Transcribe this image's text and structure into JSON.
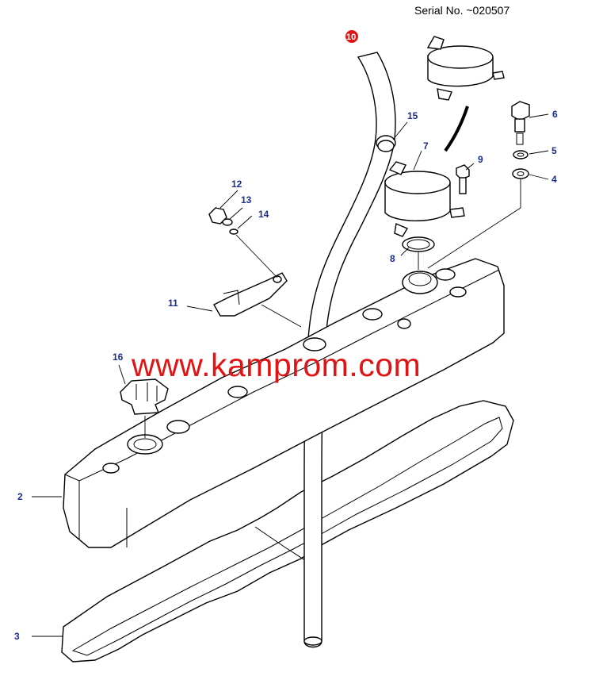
{
  "header": {
    "serial": "Serial No. ~020507"
  },
  "watermark": {
    "text": "www.kamprom.com",
    "color": "#e01414"
  },
  "callouts": {
    "c2": "2",
    "c3": "3",
    "c4": "4",
    "c5": "5",
    "c6": "6",
    "c7": "7",
    "c8": "8",
    "c9": "9",
    "c10": "10",
    "c11": "11",
    "c12": "12",
    "c13": "13",
    "c14": "14",
    "c15": "15",
    "c16": "16"
  },
  "colors": {
    "callout": "#1a2e8c",
    "highlight": "#e01414",
    "line": "#000000"
  }
}
